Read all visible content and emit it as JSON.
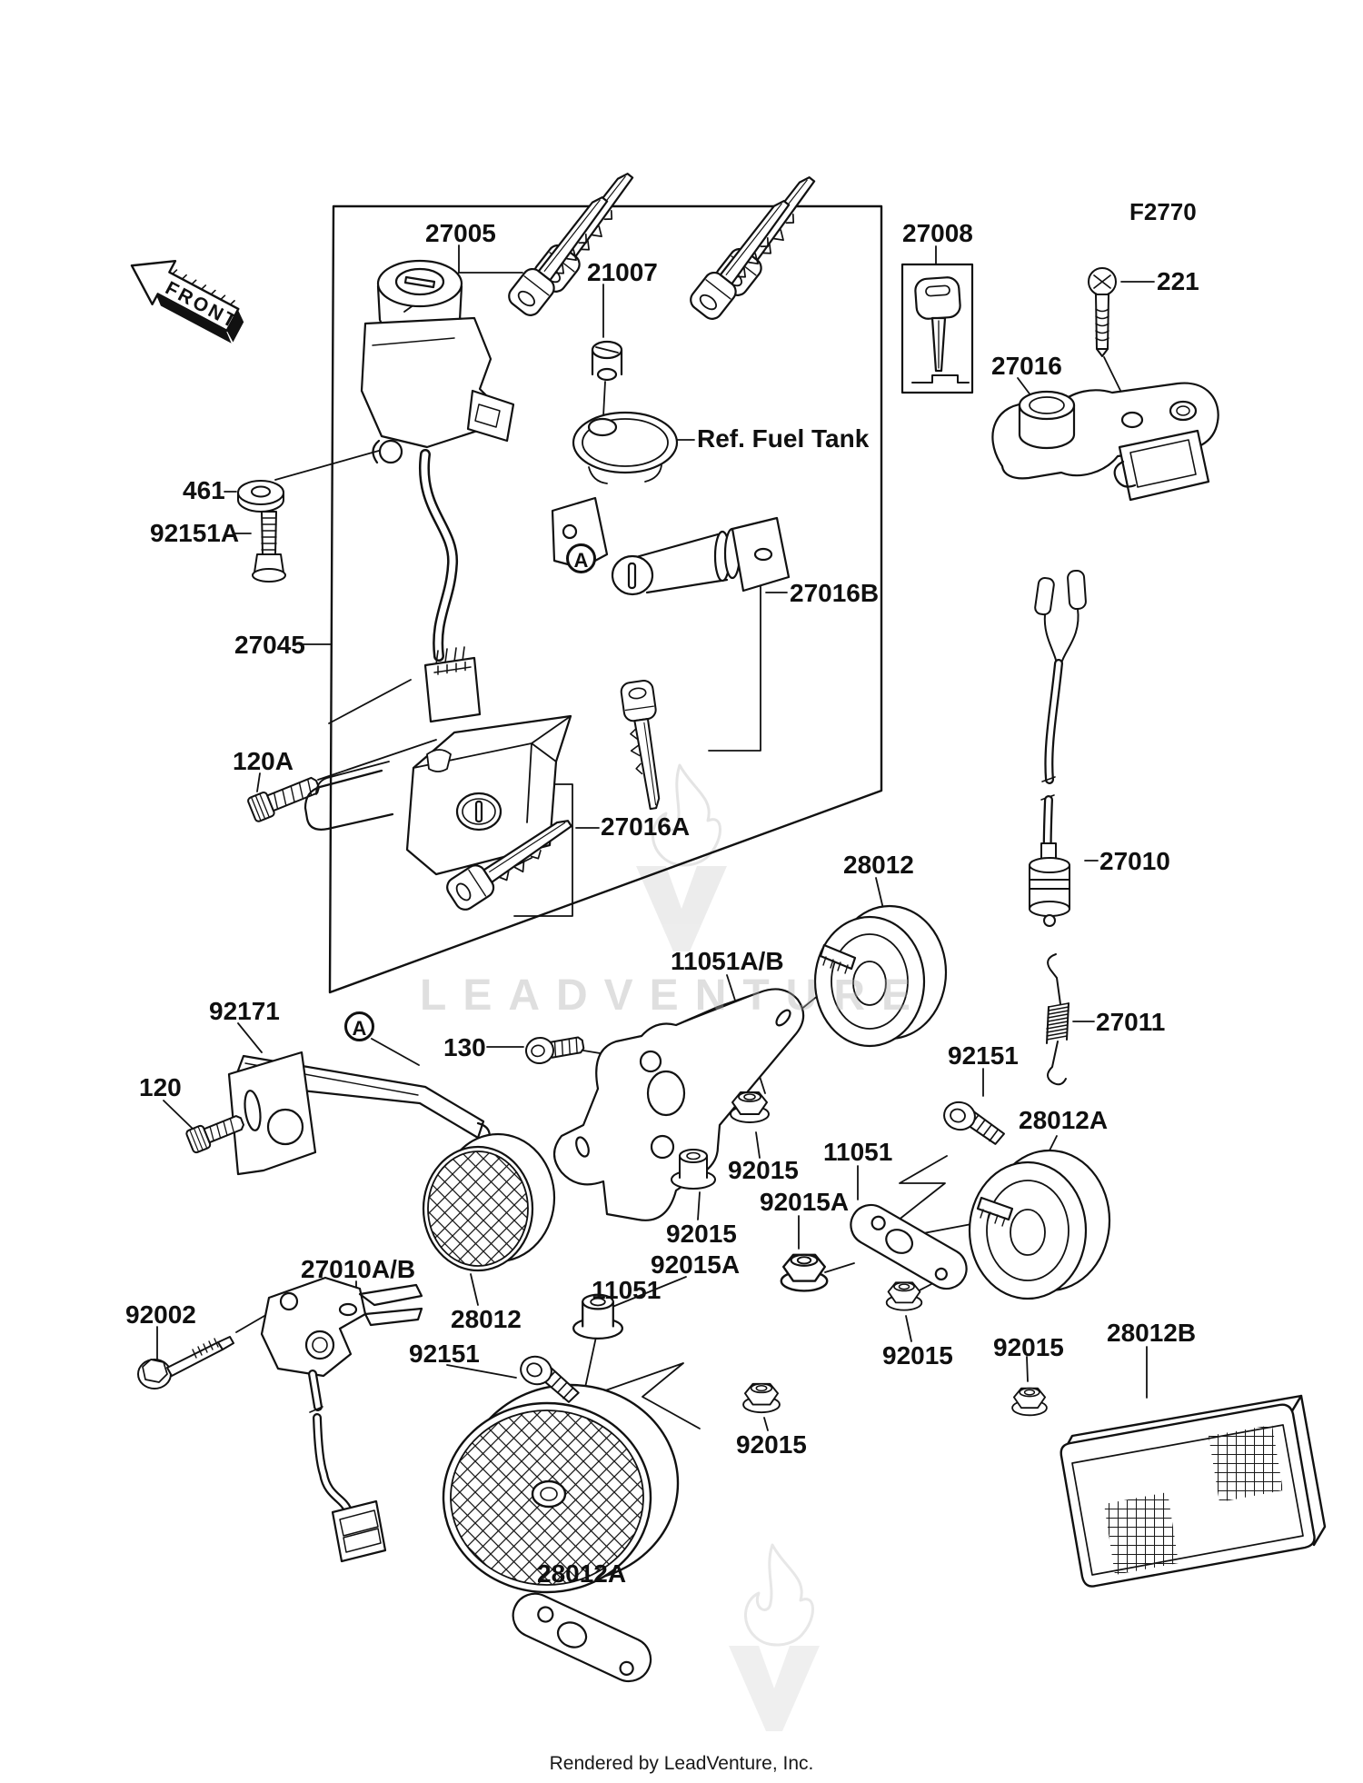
{
  "meta": {
    "diagram_code": "F2770",
    "front_arrow": "FRONT",
    "reference_note": "Ref. Fuel  Tank",
    "detail_marker": "A",
    "watermark": "LEADVENTURE",
    "footer": "Rendered by LeadVenture, Inc."
  },
  "labels": {
    "27005": "27005",
    "21007": "21007",
    "27008": "27008",
    "221": "221",
    "27016": "27016",
    "27016A": "27016A",
    "27016B": "27016B",
    "27045": "27045",
    "461": "461",
    "92151A": "92151A",
    "120A": "120A",
    "27010": "27010",
    "27010A/B": "27010A/B",
    "27011": "27011",
    "28012": "28012",
    "28012A": "28012A",
    "28012B": "28012B",
    "11051": "11051",
    "11051A/B": "11051A/B",
    "92015": "92015",
    "92015A": "92015A",
    "92151": "92151",
    "92171": "92171",
    "120": "120",
    "130": "130",
    "92002": "92002"
  }
}
